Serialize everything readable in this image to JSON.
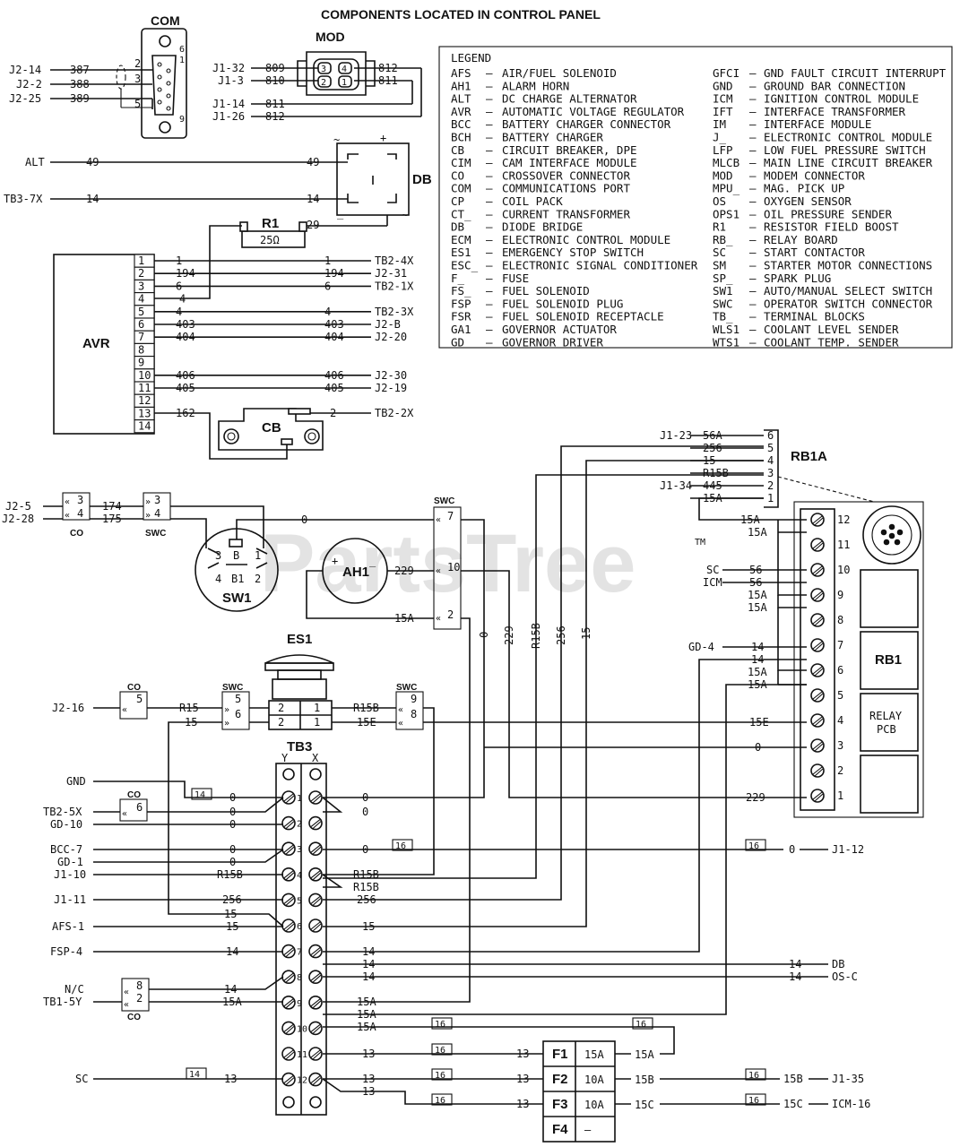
{
  "title": "COMPONENTS LOCATED IN CONTROL PANEL",
  "watermark": "PartsTree",
  "trademark": "TM",
  "legend": {
    "heading": "LEGEND",
    "left": [
      [
        "AFS",
        "AIR/FUEL SOLENOID"
      ],
      [
        "AH1",
        "ALARM HORN"
      ],
      [
        "ALT",
        "DC CHARGE ALTERNATOR"
      ],
      [
        "AVR",
        "AUTOMATIC VOLTAGE REGULATOR"
      ],
      [
        "BCC",
        "BATTERY CHARGER CONNECTOR"
      ],
      [
        "BCH",
        "BATTERY CHARGER"
      ],
      [
        "CB",
        "CIRCUIT BREAKER, DPE"
      ],
      [
        "CIM",
        "CAM INTERFACE MODULE"
      ],
      [
        "CO",
        "CROSSOVER CONNECTOR"
      ],
      [
        "COM",
        "COMMUNICATIONS PORT"
      ],
      [
        "CP",
        "COIL PACK"
      ],
      [
        "CT_",
        "CURRENT TRANSFORMER"
      ],
      [
        "DB",
        "DIODE BRIDGE"
      ],
      [
        "ECM",
        "ELECTRONIC CONTROL MODULE"
      ],
      [
        "ES1",
        "EMERGENCY STOP SWITCH"
      ],
      [
        "ESC_",
        "ELECTRONIC SIGNAL CONDITIONER"
      ],
      [
        "F_",
        "FUSE"
      ],
      [
        "FS_",
        "FUEL SOLENOID"
      ],
      [
        "FSP",
        "FUEL SOLENOID PLUG"
      ],
      [
        "FSR",
        "FUEL SOLENOID RECEPTACLE"
      ],
      [
        "GA1",
        "GOVERNOR ACTUATOR"
      ],
      [
        "GD",
        "GOVERNOR DRIVER"
      ]
    ],
    "right": [
      [
        "GFCI",
        "GND FAULT CIRCUIT INTERRUPT"
      ],
      [
        "GND",
        "GROUND BAR CONNECTION"
      ],
      [
        "ICM",
        "IGNITION CONTROL MODULE"
      ],
      [
        "IFT",
        "INTERFACE TRANSFORMER"
      ],
      [
        "IM",
        "INTERFACE MODULE"
      ],
      [
        "J_",
        "ELECTRONIC CONTROL MODULE"
      ],
      [
        "LFP",
        "LOW FUEL PRESSURE SWITCH"
      ],
      [
        "MLCB",
        "MAIN LINE CIRCUIT BREAKER"
      ],
      [
        "MOD",
        "MODEM CONNECTOR"
      ],
      [
        "MPU_",
        "MAG. PICK UP"
      ],
      [
        "OS",
        "OXYGEN SENSOR"
      ],
      [
        "OPS1",
        "OIL PRESSURE SENDER"
      ],
      [
        "R1",
        "RESISTOR FIELD BOOST"
      ],
      [
        "RB_",
        "RELAY BOARD"
      ],
      [
        "SC",
        "START CONTACTOR"
      ],
      [
        "SM",
        "STARTER MOTOR CONNECTIONS"
      ],
      [
        "SP_",
        "SPARK PLUG"
      ],
      [
        "SW1",
        "AUTO/MANUAL SELECT SWITCH"
      ],
      [
        "SWC",
        "OPERATOR SWITCH CONNECTOR"
      ],
      [
        "TB_",
        "TERMINAL BLOCKS"
      ],
      [
        "WLS1",
        "COOLANT LEVEL SENDER"
      ],
      [
        "WTS1",
        "COOLANT TEMP. SENDER"
      ]
    ]
  },
  "com": {
    "label": "COM",
    "wires": [
      {
        "from": "J2-14",
        "wire": "387",
        "pin": "2"
      },
      {
        "from": "J2-2",
        "wire": "388",
        "pin": "3"
      },
      {
        "from": "J2-25",
        "wire": "389",
        "pin": "5"
      }
    ],
    "pins": [
      "6",
      "1",
      "9"
    ]
  },
  "mod": {
    "label": "MOD",
    "pins": [
      "3",
      "4",
      "2",
      "1"
    ],
    "left": [
      {
        "from": "J1-32",
        "wire": "809"
      },
      {
        "from": "J1-3",
        "wire": "810"
      },
      {
        "from": "J1-14",
        "wire": "811"
      },
      {
        "from": "J1-26",
        "wire": "812"
      }
    ],
    "right": [
      "812",
      "811"
    ]
  },
  "db": {
    "label": "DB",
    "plus": "+",
    "minus": "_",
    "ac1": "~",
    "ac2": "~",
    "wires": [
      {
        "from": "ALT",
        "wire": "49",
        "end": "49"
      },
      {
        "from": "TB3-7X",
        "wire": "14",
        "end": "14"
      }
    ]
  },
  "r1": {
    "label": "R1",
    "value": "25Ω",
    "wire": "29"
  },
  "avr": {
    "label": "AVR",
    "pins": [
      "1",
      "2",
      "3",
      "4",
      "5",
      "6",
      "7",
      "8",
      "9",
      "10",
      "11",
      "12",
      "13",
      "14"
    ],
    "wires": [
      {
        "w1": "1",
        "w2": "1",
        "to": "TB2-4X"
      },
      {
        "w1": "194",
        "w2": "194",
        "to": "J2-31"
      },
      {
        "w1": "6",
        "w2": "6",
        "to": "TB2-1X"
      },
      {
        "w1": "4",
        "w2": "",
        "to": ""
      },
      {
        "w1": "4",
        "w2": "4",
        "to": "TB2-3X"
      },
      {
        "w1": "403",
        "w2": "403",
        "to": "J2-B"
      },
      {
        "w1": "404",
        "w2": "404",
        "to": "J2-20"
      },
      {
        "w1": "406",
        "w2": "406",
        "to": "J2-30"
      },
      {
        "w1": "405",
        "w2": "405",
        "to": "J2-19"
      },
      {
        "w1": "162",
        "w2": "",
        "to": ""
      }
    ]
  },
  "cb": {
    "label": "CB",
    "wire": "2",
    "to": "TB2-2X"
  },
  "rb1a": {
    "label": "RB1A",
    "pins": [
      {
        "from": "J1-23",
        "wire": "56A",
        "pin": "6"
      },
      {
        "from": "",
        "wire": "256",
        "pin": "5"
      },
      {
        "from": "",
        "wire": "15",
        "pin": "4"
      },
      {
        "from": "",
        "wire": "R15B",
        "pin": "3"
      },
      {
        "from": "J1-34",
        "wire": "445",
        "pin": "2"
      },
      {
        "from": "",
        "wire": "15A",
        "pin": "1"
      }
    ]
  },
  "rb1": {
    "label": "RB1",
    "relay_label": [
      "RELAY",
      "PCB"
    ],
    "terminals": [
      "12",
      "11",
      "10",
      "9",
      "8",
      "7",
      "6",
      "5",
      "4",
      "3",
      "2",
      "1"
    ],
    "wires": [
      {
        "from": "",
        "wire": "15A"
      },
      {
        "from": "",
        "wire": "15A"
      },
      {
        "from": "SC",
        "wire": "56"
      },
      {
        "from": "ICM",
        "wire": "56"
      },
      {
        "from": "",
        "wire": "15A"
      },
      {
        "from": "",
        "wire": "15A"
      },
      {
        "from": "GD-4",
        "wire": "14"
      },
      {
        "from": "",
        "wire": "14"
      },
      {
        "from": "",
        "wire": "15A"
      },
      {
        "from": "",
        "wire": "15A"
      },
      {
        "from": "",
        "wire": "15E"
      },
      {
        "from": "",
        "wire": "0"
      },
      {
        "from": "",
        "wire": "229"
      }
    ]
  },
  "co": {
    "label": "CO",
    "top_pins": [
      "3",
      "4"
    ],
    "mid_pin": "5",
    "low_pin": "6",
    "bot_pins": [
      "8",
      "2"
    ]
  },
  "swc": {
    "label": "SWC",
    "top_pins": [
      "3",
      "4"
    ],
    "right_pins": [
      "7",
      "10",
      "2"
    ],
    "mid_pins": [
      "5",
      "6"
    ],
    "es_pins": [
      "9",
      "8"
    ]
  },
  "sw1": {
    "label": "SW1",
    "contacts": [
      "3",
      "B",
      "1",
      "4",
      "B1",
      "2"
    ]
  },
  "ah1": {
    "label": "AH1",
    "plus": "+",
    "minus": "_",
    "wire": "229",
    "wire2": "15A"
  },
  "es1": {
    "label": "ES1",
    "p1": "2",
    "p2": "1",
    "p3": "2",
    "p4": "1"
  },
  "left_wires": {
    "co_top": [
      {
        "from": "J2-5",
        "wire": "174"
      },
      {
        "from": "J2-28",
        "wire": "175"
      }
    ],
    "sw_top": "0",
    "es_left": {
      "from": "J2-16",
      "w1": "R15",
      "w2": "15"
    },
    "es_right": {
      "w1": "R15B",
      "w2": "15E"
    }
  },
  "verticals": [
    "0",
    "229",
    "R15B",
    "256",
    "15"
  ],
  "tb3": {
    "label": "TB3",
    "col_y": "Y",
    "col_x": "X",
    "rows": [
      {
        "n": "1",
        "left": [
          {
            "from": "GND",
            "wire": "0"
          },
          {
            "from": "",
            "wire": "0"
          }
        ],
        "right": [
          {
            "wire": "0"
          },
          {
            "wire": "0"
          }
        ]
      },
      {
        "n": "2",
        "left": [
          {
            "from": "GD-10",
            "wire": "0"
          }
        ],
        "right": []
      },
      {
        "n": "3",
        "left": [
          {
            "from": "BCC-7",
            "wire": "0"
          },
          {
            "from": "GD-1",
            "wire": "0"
          }
        ],
        "right": [
          {
            "wire": "0"
          }
        ]
      },
      {
        "n": "4",
        "left": [
          {
            "from": "J1-10",
            "wire": "R15B"
          }
        ],
        "right": [
          {
            "wire": "R15B"
          },
          {
            "wire": "R15B"
          }
        ]
      },
      {
        "n": "5",
        "left": [
          {
            "from": "J1-11",
            "wire": "256"
          }
        ],
        "right": [
          {
            "wire": "256"
          }
        ]
      },
      {
        "n": "6",
        "left": [
          {
            "from": "",
            "wire": "15"
          },
          {
            "from": "AFS-1",
            "wire": "15"
          }
        ],
        "right": [
          {
            "wire": "15"
          }
        ]
      },
      {
        "n": "7",
        "left": [
          {
            "from": "FSP-4",
            "wire": "14"
          }
        ],
        "right": [
          {
            "wire": "14"
          },
          {
            "wire": "14"
          }
        ]
      },
      {
        "n": "8",
        "left": [
          {
            "from": "",
            "wire": "14"
          }
        ],
        "right": [
          {
            "wire": "14"
          }
        ]
      },
      {
        "n": "9",
        "left": [
          {
            "from": "",
            "wire": "15A"
          }
        ],
        "right": [
          {
            "wire": "15A"
          },
          {
            "wire": "15A"
          }
        ]
      },
      {
        "n": "10",
        "left": [],
        "right": [
          {
            "wire": "15A"
          }
        ]
      },
      {
        "n": "11",
        "left": [],
        "right": [
          {
            "wire": "13"
          }
        ]
      },
      {
        "n": "12",
        "left": [
          {
            "from": "SC",
            "wire": "13"
          }
        ],
        "right": [
          {
            "wire": "13"
          },
          {
            "wire": "13"
          }
        ]
      }
    ],
    "left_extra": [
      {
        "from": "TB2-5X",
        "wire": "0"
      },
      {
        "from": "N/C",
        "wire": ""
      },
      {
        "from": "TB1-5Y",
        "wire": ""
      }
    ],
    "wire_tags": [
      "14",
      "14",
      "16",
      "16",
      "16",
      "16",
      "16",
      "16",
      "16"
    ]
  },
  "outs": [
    {
      "wire": "0",
      "to": "J1-12"
    },
    {
      "wire": "14",
      "to": "DB"
    },
    {
      "wire": "14",
      "to": "OS-C"
    },
    {
      "wire": "15B",
      "to": "J1-35"
    },
    {
      "wire": "15C",
      "to": "ICM-16"
    }
  ],
  "fuses": [
    {
      "name": "F1",
      "rating": "15A",
      "out": "15A"
    },
    {
      "name": "F2",
      "rating": "10A",
      "out": "15B"
    },
    {
      "name": "F3",
      "rating": "10A",
      "out": "15C"
    },
    {
      "name": "F4",
      "rating": "–",
      "out": ""
    }
  ]
}
